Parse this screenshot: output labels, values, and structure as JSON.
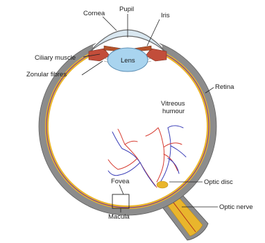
{
  "labels": {
    "cornea": "Cornea",
    "pupil": "Pupil",
    "iris": "Iris",
    "ciliary_muscle": "Ciliary muscle",
    "zonular_fibres": "Zonular fibres",
    "lens": "Lens",
    "retina": "Retina",
    "vitreous_line1": "Vitreous",
    "vitreous_line2": "humour",
    "fovea": "Fovea",
    "optic_disc": "Optic disc",
    "optic_nerve": "Optic nerve",
    "macula": "Macula"
  },
  "colors": {
    "sclera": "#8c8c8c",
    "choroid": "#e9b52c",
    "retina_line": "#7a3f9a",
    "vessel_red": "#d63a2f",
    "vessel_blue": "#3b3fb8",
    "lens": "#a9d4ef",
    "iris": "#b5522a",
    "cornea": "#d9e7f0",
    "leader": "#222222"
  }
}
